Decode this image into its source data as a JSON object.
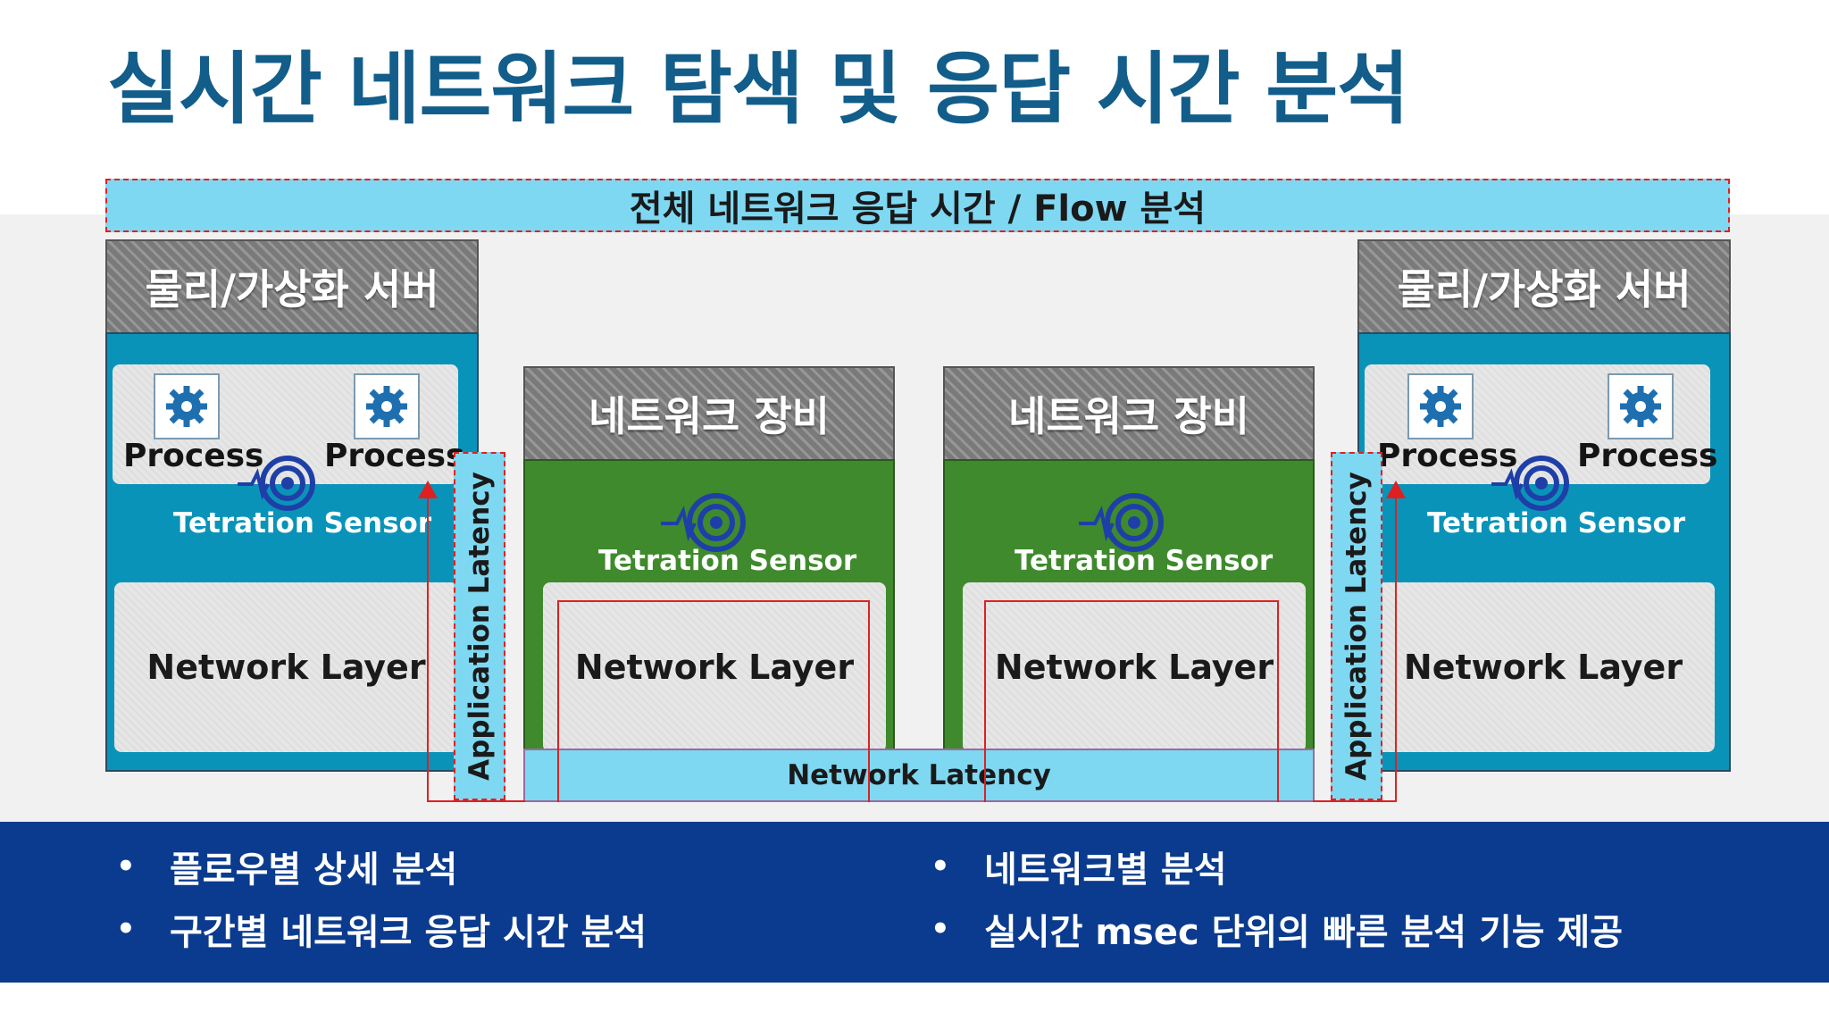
{
  "title": "실시간 네트워크 탐색 및 응답 시간 분석",
  "flow_bar": "전체 네트워크 응답 시간 / Flow 분석",
  "left_server": {
    "header": "물리/가상화 서버",
    "process_1": "Process",
    "process_2": "Process",
    "sensor": "Tetration Sensor",
    "network_layer": "Network Layer"
  },
  "right_server": {
    "header": "물리/가상화 서버",
    "process_1": "Process",
    "process_2": "Process",
    "sensor": "Tetration Sensor",
    "network_layer": "Network Layer"
  },
  "network_device_1": {
    "header": "네트워크 장비",
    "sensor": "Tetration Sensor",
    "network_layer": "Network Layer"
  },
  "network_device_2": {
    "header": "네트워크 장비",
    "sensor": "Tetration Sensor",
    "network_layer": "Network Layer"
  },
  "application_latency": "Application Latency",
  "network_latency": "Network Latency",
  "bullets_left": [
    "플로우별 상세 분석",
    "구간별 네트워크 응답 시간 분석"
  ],
  "bullets_right": [
    "네트워크별 분석",
    "실시간 msec 단위의 빠른 분석 기능 제공"
  ],
  "bullet_symbol": "•",
  "colors": {
    "title": "#125d8a",
    "server_body": "#0a93b9",
    "network_body": "#3f8a2c",
    "latency_fill": "#7fd8f2",
    "latency_border": "#e02020",
    "bottom_band": "#0b3b8e",
    "sensor_icon": "#1e3fa8"
  },
  "icons": [
    "gear-process-icon",
    "tetration-sensor-icon"
  ]
}
